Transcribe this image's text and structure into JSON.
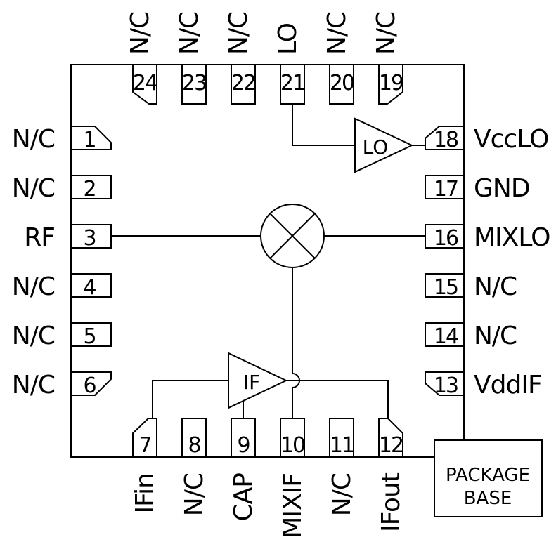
{
  "pins": {
    "top": [
      {
        "number": "24",
        "label": "N/C"
      },
      {
        "number": "23",
        "label": "N/C"
      },
      {
        "number": "22",
        "label": "N/C"
      },
      {
        "number": "21",
        "label": "LO"
      },
      {
        "number": "20",
        "label": "N/C"
      },
      {
        "number": "19",
        "label": "N/C"
      }
    ],
    "left": [
      {
        "number": "1",
        "label": "N/C"
      },
      {
        "number": "2",
        "label": "N/C"
      },
      {
        "number": "3",
        "label": "RF"
      },
      {
        "number": "4",
        "label": "N/C"
      },
      {
        "number": "5",
        "label": "N/C"
      },
      {
        "number": "6",
        "label": "N/C"
      }
    ],
    "right": [
      {
        "number": "18",
        "label": "VccLO"
      },
      {
        "number": "17",
        "label": "GND"
      },
      {
        "number": "16",
        "label": "MIXLO"
      },
      {
        "number": "15",
        "label": "N/C"
      },
      {
        "number": "14",
        "label": "N/C"
      },
      {
        "number": "13",
        "label": "VddIF"
      }
    ],
    "bottom": [
      {
        "number": "7",
        "label": "IFin"
      },
      {
        "number": "8",
        "label": "N/C"
      },
      {
        "number": "9",
        "label": "CAP"
      },
      {
        "number": "10",
        "label": "MIXIF"
      },
      {
        "number": "11",
        "label": "N/C"
      },
      {
        "number": "12",
        "label": "IFout"
      }
    ]
  },
  "blocks": {
    "lo_amplifier_label": "LO",
    "if_amplifier_label": "IF",
    "package_base": {
      "line1": "PACKAGE",
      "line2": "BASE"
    }
  },
  "colors": {
    "line": "#000000",
    "background": "#ffffff"
  }
}
